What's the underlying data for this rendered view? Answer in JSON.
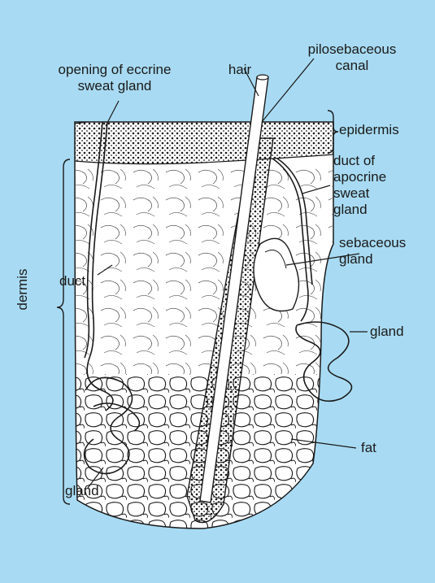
{
  "labels": {
    "eccrine_opening": [
      "opening of eccrine",
      "sweat gland"
    ],
    "hair": "hair",
    "pilosebaceous": [
      "pilosebaceous",
      "canal"
    ],
    "epidermis": "epidermis",
    "apocrine_duct": [
      "duct of",
      "apocrine",
      "sweat",
      "gland"
    ],
    "sebaceous": [
      "sebaceous",
      "gland"
    ],
    "duct": "duct",
    "dermis": "dermis",
    "apocrine_gland": "gland",
    "fat": "fat",
    "eccrine_gland": "gland"
  },
  "colors": {
    "background": "#a8dbf3",
    "tissue": "#ffffff",
    "ink": "#1a1a1a"
  }
}
